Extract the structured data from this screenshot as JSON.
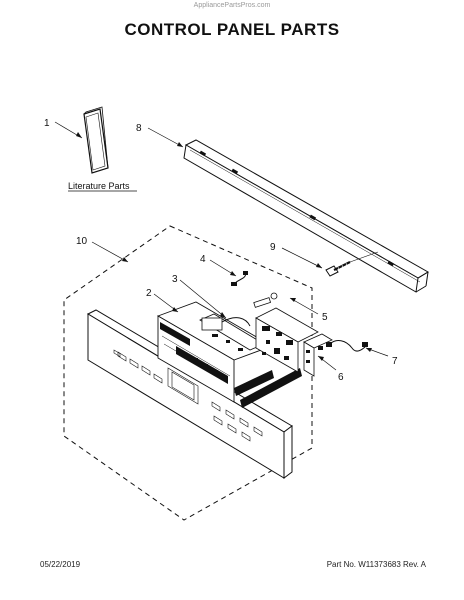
{
  "watermark": "AppliancePartsPros.com",
  "title": "CONTROL PANEL PARTS",
  "literature_label": "Literature Parts",
  "callouts": [
    "1",
    "2",
    "3",
    "4",
    "5",
    "6",
    "7",
    "8",
    "9",
    "10"
  ],
  "footer": {
    "date": "05/22/2019",
    "part_rev": "Part No. W11373683  Rev. A"
  }
}
